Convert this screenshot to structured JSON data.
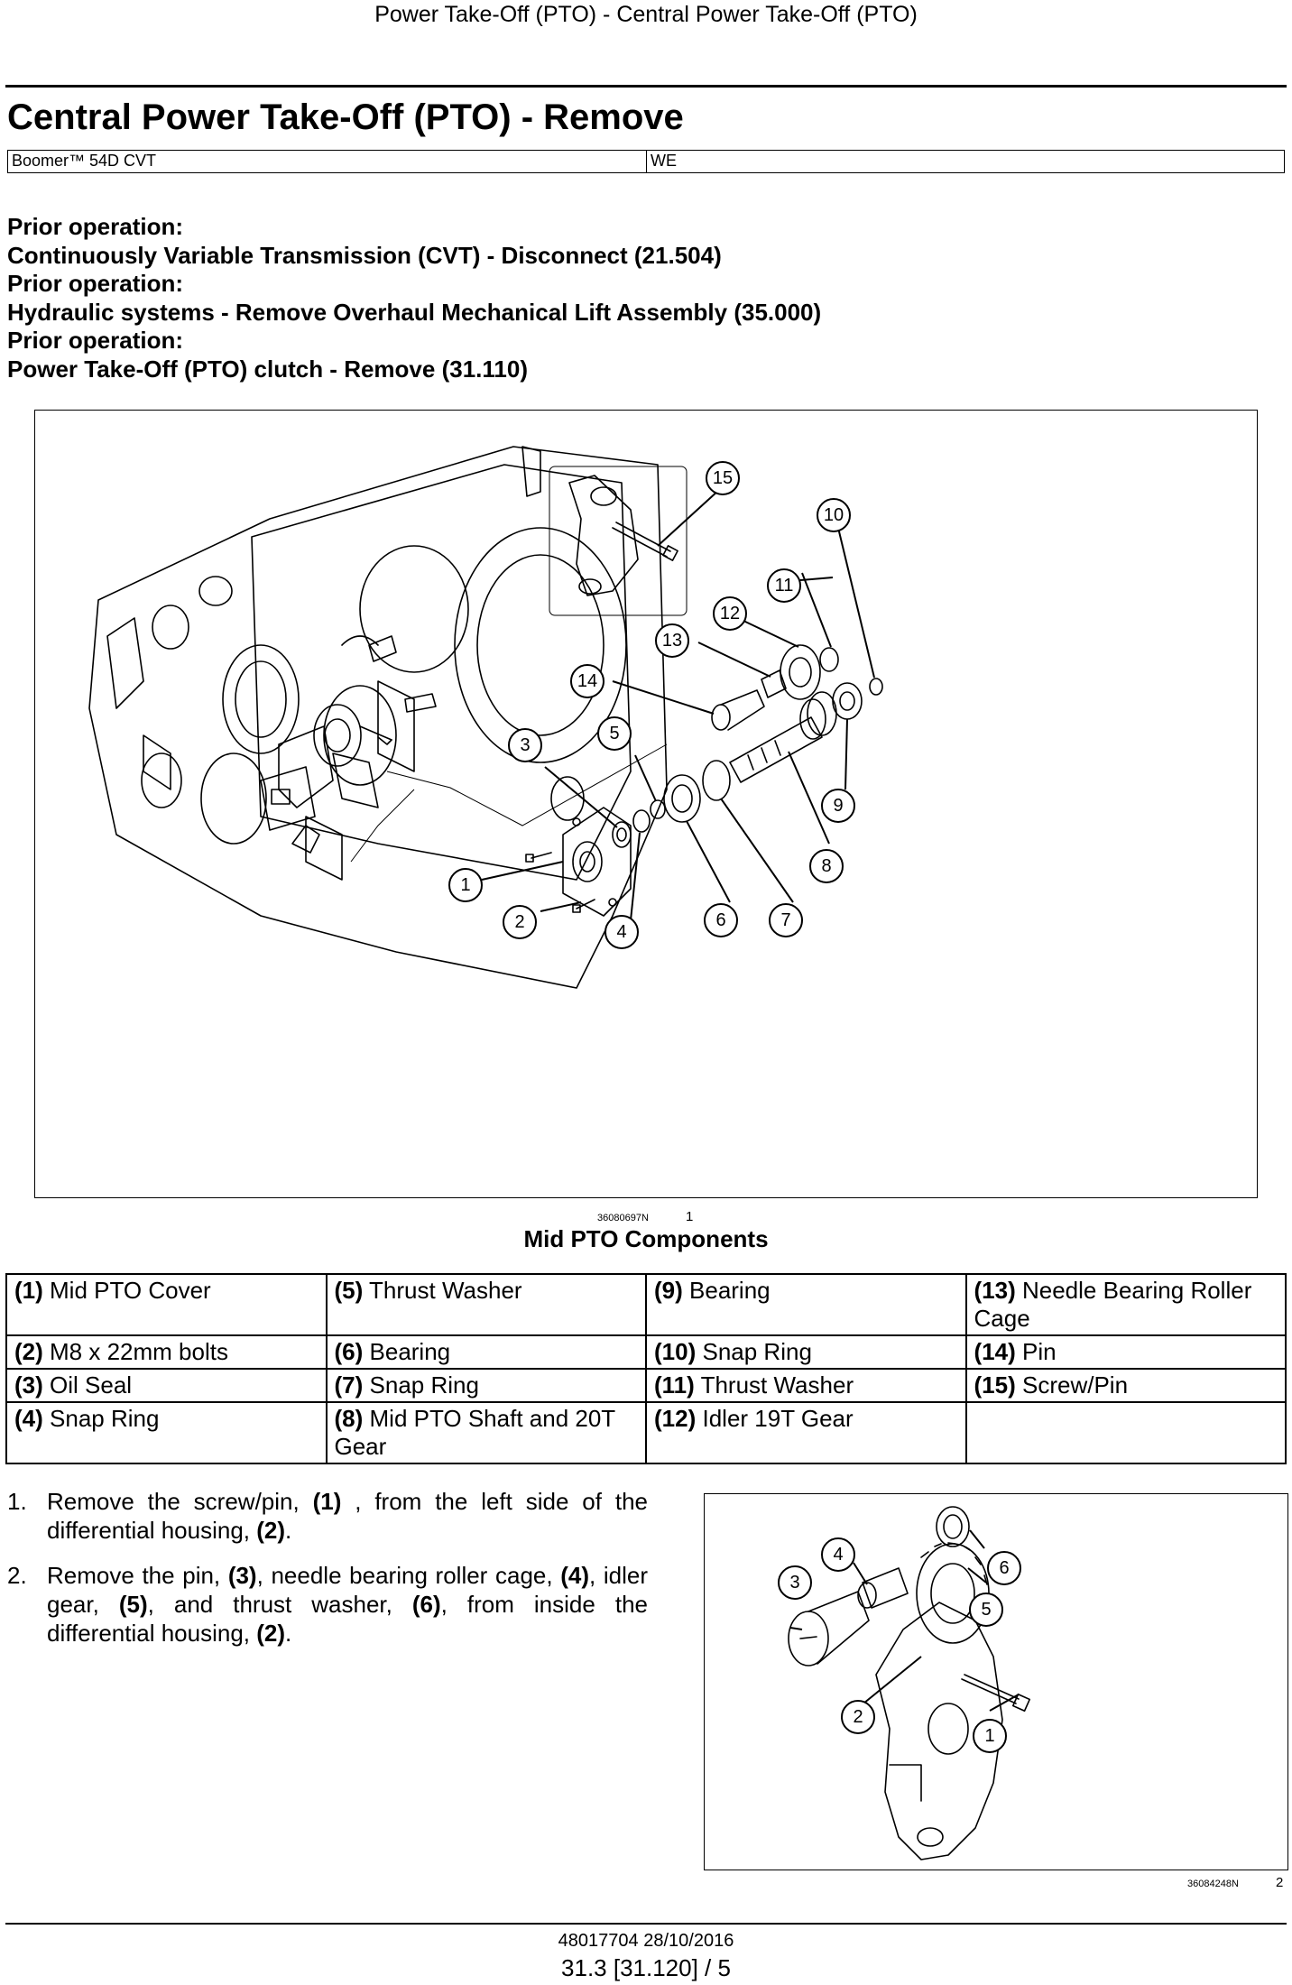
{
  "running_head": "Power Take-Off (PTO) - Central Power Take-Off (PTO)",
  "title": "Central Power Take-Off (PTO) - Remove",
  "model_table": {
    "model": "Boomer™ 54D CVT",
    "region": "WE"
  },
  "prior_operations": [
    {
      "label": "Prior operation:",
      "text": "Continuously Variable Transmission (CVT) - Disconnect (21.504)"
    },
    {
      "label": "Prior operation:",
      "text": "Hydraulic systems - Remove Overhaul Mechanical Lift Assembly (35.000)"
    },
    {
      "label": "Prior operation:",
      "text": "Power Take-Off (PTO) clutch - Remove (31.110)"
    }
  ],
  "figure1": {
    "image_id": "36080697N",
    "number": "1",
    "title": "Mid PTO Components",
    "callouts": [
      "1",
      "2",
      "3",
      "4",
      "5",
      "6",
      "7",
      "8",
      "9",
      "10",
      "11",
      "12",
      "13",
      "14",
      "15"
    ]
  },
  "components": [
    [
      {
        "num": "(1)",
        "name": "Mid PTO Cover"
      },
      {
        "num": "(5)",
        "name": "Thrust Washer"
      },
      {
        "num": "(9)",
        "name": "Bearing"
      },
      {
        "num": "(13)",
        "name": "Needle Bearing Roller Cage"
      }
    ],
    [
      {
        "num": "(2)",
        "name": "M8 x 22mm bolts"
      },
      {
        "num": "(6)",
        "name": "Bearing"
      },
      {
        "num": "(10)",
        "name": "Snap Ring"
      },
      {
        "num": "(14)",
        "name": "Pin"
      }
    ],
    [
      {
        "num": "(3)",
        "name": "Oil Seal"
      },
      {
        "num": "(7)",
        "name": "Snap Ring"
      },
      {
        "num": "(11)",
        "name": "Thrust Washer"
      },
      {
        "num": "(15)",
        "name": "Screw/Pin"
      }
    ],
    [
      {
        "num": "(4)",
        "name": "Snap Ring"
      },
      {
        "num": "(8)",
        "name": "Mid PTO Shaft and 20T Gear"
      },
      {
        "num": "(12)",
        "name": "Idler 19T Gear"
      },
      {
        "num": "",
        "name": ""
      }
    ]
  ],
  "steps": [
    {
      "number": "1.",
      "parts": [
        "Remove the screw/pin, ",
        "(1)",
        " , from the left side of the differential housing, ",
        "(2)",
        "."
      ]
    },
    {
      "number": "2.",
      "parts": [
        "Remove the pin, ",
        "(3)",
        ", needle bearing roller cage, ",
        "(4)",
        ", idler gear, ",
        "(5)",
        ", and thrust washer, ",
        "(6)",
        ", from inside the differential housing, ",
        "(2)",
        "."
      ]
    }
  ],
  "figure2": {
    "image_id": "36084248N",
    "number": "2",
    "callouts": [
      "1",
      "2",
      "3",
      "4",
      "5",
      "6"
    ]
  },
  "footer": {
    "doc": "48017704 28/10/2016",
    "page": "31.3 [31.120] / 5"
  }
}
